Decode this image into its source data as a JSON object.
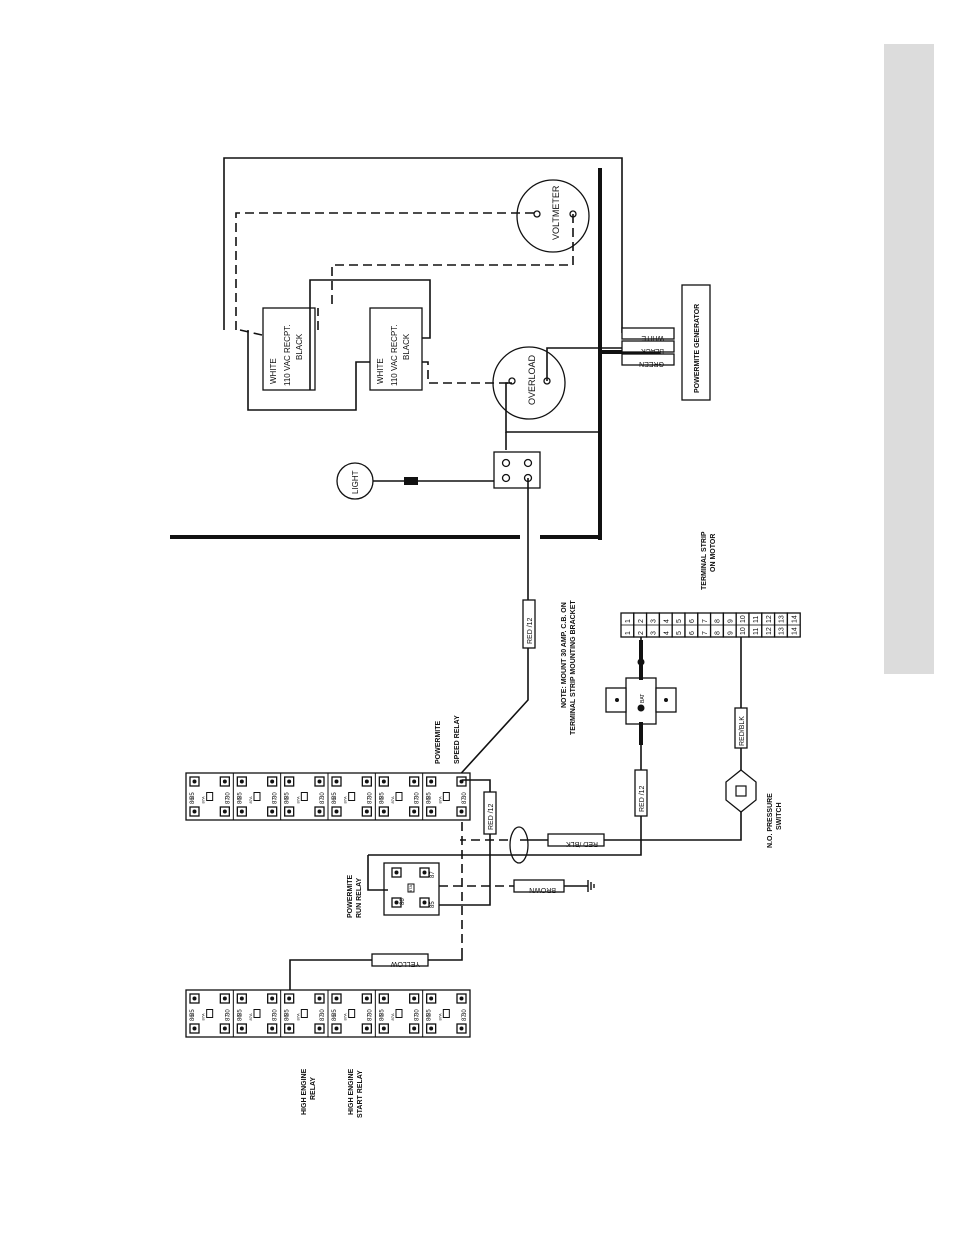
{
  "colors": {
    "ink": "#111111",
    "side_tab": "#dcdcdc",
    "paper": "#ffffff"
  },
  "components": {
    "voltmeter": "VOLTMETER",
    "overload": "OVERLOAD",
    "receptacle_1": {
      "line1": "WHITE",
      "line2": "110 VAC RECPT.",
      "line3": "BLACK"
    },
    "receptacle_2": {
      "line1": "WHITE",
      "line2": "110 VAC RECPT.",
      "line3": "BLACK"
    },
    "light": "LIGHT",
    "generator": "POWERMITE GENERATOR",
    "generator_wires": [
      "WHITE",
      "BLACK",
      "GREEN"
    ],
    "breaker": "BAT",
    "pressure_switch": "N.O. PRESSURE SWITCH"
  },
  "wire_labels": {
    "red12_top": "RED /12",
    "red12_relay": "RED /12",
    "red12_breaker": "RED /12",
    "red_blk_bus": "RED /BLK",
    "red_blk_switch": "RED/BLK",
    "brown": "BROWN",
    "yellow": "YELLOW"
  },
  "labels": {
    "speed_relay": [
      "POWERMITE",
      "SPEED RELAY"
    ],
    "run_relay": [
      "POWERMITE",
      "RUN RELAY"
    ],
    "note": [
      "NOTE: MOUNT 30 AMP. C.B. ON",
      "TERMINAL STRIP MOUNTING BRACKET"
    ],
    "terminal_strip": [
      "TERMINAL STRIP",
      "ON MOTOR"
    ],
    "high_engine_relay": [
      "HIGH ENGINE",
      "RELAY"
    ],
    "high_engine_start_relay": [
      "HIGH ENGINE",
      "START RELAY"
    ],
    "pressure_switch": [
      "N.O. PRESSURE",
      "SWITCH"
    ]
  },
  "terminal_numbers": [
    "1",
    "2",
    "3",
    "4",
    "5",
    "6",
    "7",
    "8",
    "9",
    "10",
    "11",
    "12",
    "13",
    "14"
  ],
  "relay_pins": {
    "p85": "85",
    "p86": "86",
    "p30": "30",
    "p87": "87",
    "p87a": "87A"
  }
}
